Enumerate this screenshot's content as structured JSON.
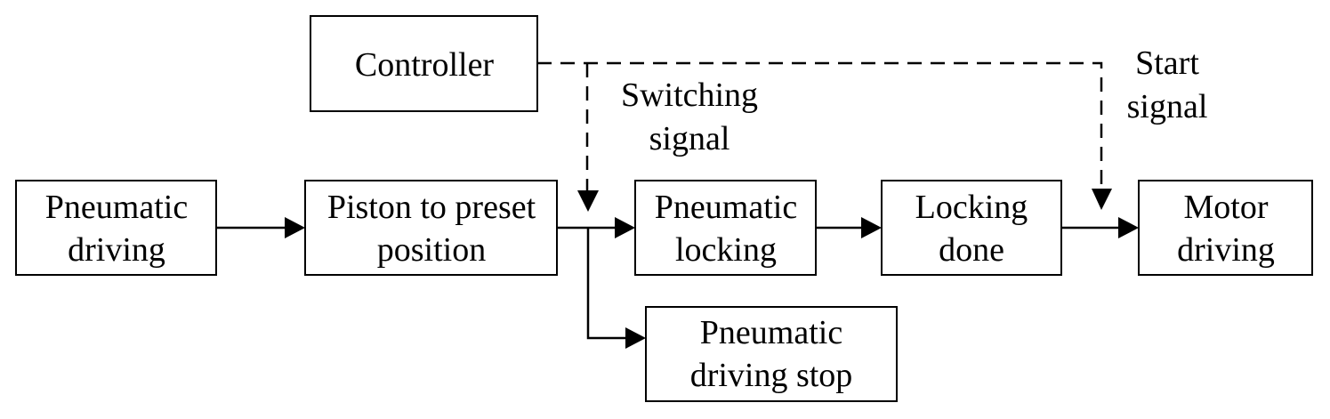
{
  "diagram": {
    "boxes": {
      "controller": {
        "label": "Controller"
      },
      "pneumatic_driving": {
        "line1": "Pneumatic",
        "line2": "driving"
      },
      "piston": {
        "line1": "Piston to preset",
        "line2": "position"
      },
      "pneumatic_locking": {
        "line1": "Pneumatic",
        "line2": "locking"
      },
      "locking_done": {
        "line1": "Locking",
        "line2": "done"
      },
      "motor_driving": {
        "line1": "Motor",
        "line2": "driving"
      },
      "driving_stop": {
        "line1": "Pneumatic",
        "line2": "driving stop"
      }
    },
    "signals": {
      "switching": {
        "line1": "Switching",
        "line2": "signal"
      },
      "start": {
        "line1": "Start",
        "line2": "signal"
      }
    }
  }
}
